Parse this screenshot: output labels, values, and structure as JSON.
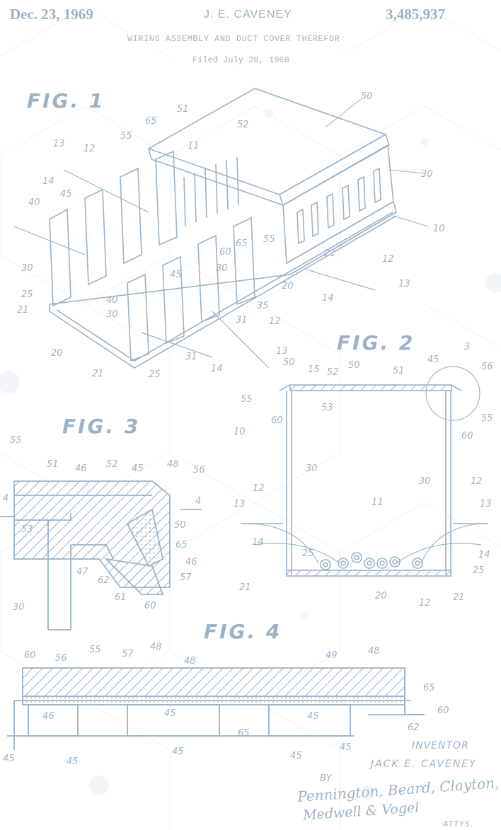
{
  "header": {
    "date": "Dec. 23, 1969",
    "inventor": "J. E. CAVENEY",
    "patent_number": "3,485,937",
    "title": "WIRING ASSEMBLY AND DUCT COVER THEREFOR",
    "filed": "Filed July 28, 1968"
  },
  "figures": {
    "fig1": "FIG. 1",
    "fig2": "FIG. 2",
    "fig3": "FIG. 3",
    "fig4": "FIG. 4"
  },
  "reference_numerals": {
    "fig1": [
      "50",
      "52",
      "65",
      "51",
      "55",
      "13",
      "12",
      "11",
      "14",
      "45",
      "40",
      "30",
      "10",
      "12",
      "14",
      "13",
      "30",
      "25",
      "21",
      "20",
      "40",
      "30",
      "45",
      "60",
      "65",
      "30",
      "35",
      "31",
      "12",
      "20",
      "31",
      "21",
      "25",
      "14",
      "13",
      "55",
      "21"
    ],
    "fig2": [
      "3",
      "50",
      "15",
      "52",
      "50",
      "51",
      "45",
      "56",
      "55",
      "55",
      "60",
      "53",
      "60",
      "10",
      "11",
      "30",
      "30",
      "12",
      "12",
      "13",
      "13",
      "14",
      "14",
      "25",
      "25",
      "21",
      "21",
      "20",
      "12"
    ],
    "fig3": [
      "55",
      "51",
      "46",
      "52",
      "45",
      "48",
      "56",
      "4",
      "4",
      "53",
      "50",
      "65",
      "46",
      "57",
      "47",
      "62",
      "61",
      "60",
      "30"
    ],
    "fig4": [
      "60",
      "56",
      "55",
      "57",
      "48",
      "48",
      "49",
      "48",
      "65",
      "60",
      "62",
      "46",
      "45",
      "45",
      "65",
      "45",
      "45",
      "45",
      "45",
      "45"
    ]
  },
  "signature_block": {
    "inventor_label": "INVENTOR",
    "inventor_name": "JACK E. CAVENEY",
    "by": "BY",
    "signature_line1": "Pennington, Beard, Clayton,",
    "signature_line2": "Medwell & Vogel",
    "attys": "ATTYS."
  },
  "colors": {
    "ink": "#9cb3c7",
    "background": "#ffffff",
    "pattern": "#f1f4f7"
  }
}
